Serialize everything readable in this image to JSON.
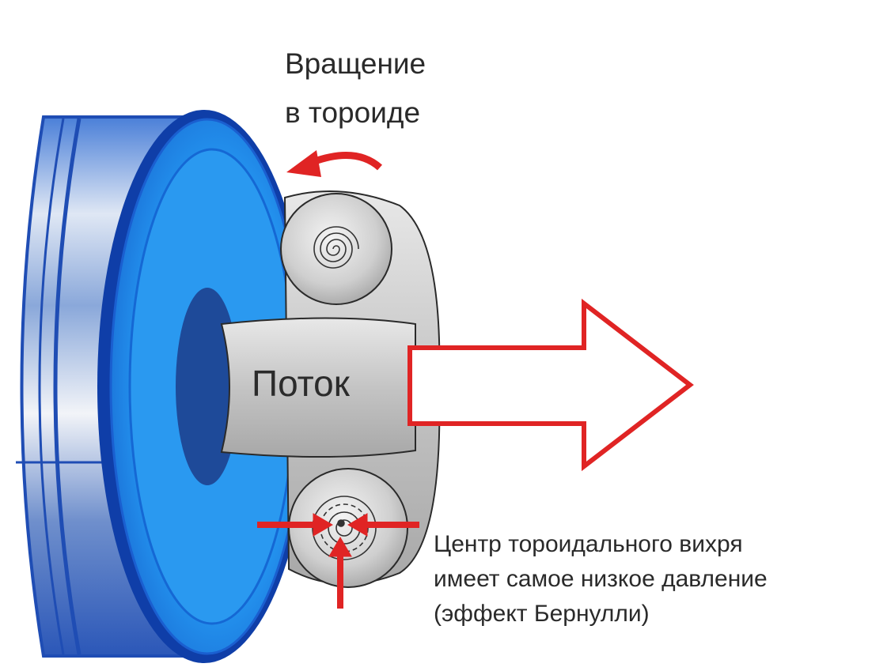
{
  "labels": {
    "rotation_line1": "Вращение",
    "rotation_line2": "в тороиде",
    "flow": "Поток",
    "center_line1": "Центр тороидального вихря",
    "center_line2": "имеет самое низкое давление",
    "center_line3": "(эффект Бернулли)"
  },
  "colors": {
    "ring_blue": "#1a6fd6",
    "ring_light": "#2f9af2",
    "ring_edge": "#0f3ea8",
    "hole_dark": "#1e4a99",
    "torus_gray": "#c9c9c9",
    "arrow_red": "#e02424"
  },
  "icons": [
    "rotation-arrow-icon",
    "flow-arrow-icon",
    "pressure-arrows-icon",
    "spiral-icon"
  ]
}
